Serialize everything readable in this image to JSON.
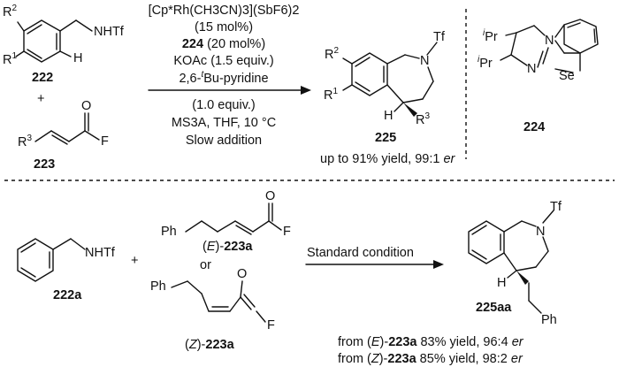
{
  "top": {
    "sm_label": "222",
    "sm_nhtf": "NHTf",
    "sm_r1": "R",
    "sm_r1_sup": "1",
    "sm_r2": "R",
    "sm_r2_sup": "2",
    "sm_h": "H",
    "plus": "+",
    "acyl_label": "223",
    "acyl_r3": "R",
    "acyl_r3_sup": "3",
    "acyl_o": "O",
    "acyl_f": "F",
    "cond_line1": "[Cp*Rh(CH3CN)3](SbF6)2",
    "cond_line2": "(15 mol%)",
    "cond_line3_num": "224",
    "cond_line3_rest": " (20 mol%)",
    "cond_line4": "KOAc (1.5 equiv.)",
    "cond_line5_pre": "2,6-",
    "cond_line5_sup": "t",
    "cond_line5_post": "Bu-pyridine",
    "cond_line6": "(1.0 equiv.)",
    "cond_line7": "MS3A, THF, 10 °C",
    "cond_line8": "Slow addition",
    "prod_label": "225",
    "prod_tf": "Tf",
    "prod_n": "N",
    "prod_r1": "R",
    "prod_r1_sup": "1",
    "prod_r2": "R",
    "prod_r2_sup": "2",
    "prod_r3": "R",
    "prod_r3_sup": "3",
    "prod_h": "H",
    "yield_text": "up to 91% yield, 99:1 ",
    "yield_er": "er",
    "cat_label": "224",
    "cat_ipr1": "Pr",
    "cat_ipr2": "Pr",
    "cat_i": "i",
    "cat_n1": "N",
    "cat_n2": "N",
    "cat_se": "Se"
  },
  "bottom": {
    "sm_label": "222a",
    "sm_nhtf": "NHTf",
    "plus": "+",
    "e_ph": "Ph",
    "e_o": "O",
    "e_f": "F",
    "e_label_pre": "(",
    "e_label_it": "E",
    "e_label_mid": ")-",
    "e_label_num": "223a",
    "or_text": "or",
    "z_ph": "Ph",
    "z_o": "O",
    "z_f": "F",
    "z_label_pre": "(",
    "z_label_it": "Z",
    "z_label_mid": ")-",
    "z_label_num": "223a",
    "arrow_text": "Standard condition",
    "prod_label": "225aa",
    "prod_tf": "Tf",
    "prod_n": "N",
    "prod_h": "H",
    "prod_ph": "Ph",
    "res1_pre": "from (",
    "res1_it": "E",
    "res1_mid": ")-",
    "res1_num": "223a",
    "res1_post": " 83% yield, 96:4 ",
    "res1_er": "er",
    "res2_pre": "from (",
    "res2_it": "Z",
    "res2_mid": ")-",
    "res2_num": "223a",
    "res2_post": " 85% yield, 98:2 ",
    "res2_er": "er"
  }
}
